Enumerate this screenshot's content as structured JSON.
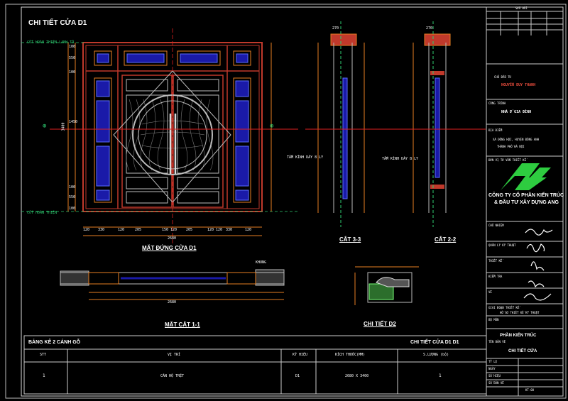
{
  "drawing": {
    "title": "CHI TIẾT CỬA D1",
    "top_label": "CỐT HOÀN THIỆN LANH TÔ",
    "floor_label": "CỐT HOÀN THIỆN"
  },
  "elevation": {
    "bottom_dims": [
      "120",
      "330",
      "120",
      "205",
      "150 120",
      "205",
      "120 120",
      "330",
      "120"
    ],
    "total_width": "2680",
    "left_dims": [
      "100",
      "550",
      "100",
      "1450",
      "100",
      "550",
      "100"
    ],
    "total_height": "3400"
  },
  "views": {
    "elevation": "MẶT ĐỨNG CỬA D1",
    "section_1_1": "MẶT CẮT 1-1",
    "section_3_3": "CẮT 3-3",
    "section_2_2": "CẮT 2-2",
    "detail_d2": "CHI TIẾT D2"
  },
  "section11": {
    "left_note": "",
    "right_note": "KHUNG",
    "total_width": "2680"
  },
  "section33": {
    "top_dim": "270",
    "note": "TẤM KÍNH DÀY 8 LY"
  },
  "section22": {
    "top_dim": "270",
    "note": "TẤM KÍNH DÀY 8 LY"
  },
  "table": {
    "left_title": "BẢNG KÊ 2 CÁNH GỖ",
    "right_title": "CHI TIẾT CỬA D1 D1",
    "headers": [
      "STT",
      "VỊ TRÍ",
      "KÝ HIỆU",
      "KÍCH THƯỚC(MM)",
      "S.LƯỢNG (bộ)"
    ],
    "row": [
      "1",
      "CĂN HỘ TRỆT",
      "D1",
      "2680 X 3400",
      "1"
    ]
  },
  "title_block": {
    "revision_header": "SỬA ĐỔI",
    "owner_label": "CHỦ ĐẦU TƯ",
    "owner_name": "NGUYỄN DUY THANH",
    "project_label": "CÔNG TRÌNH",
    "project_name": "NHÀ Ở GIA ĐÌNH",
    "location_label": "ĐỊA ĐIỂM",
    "location_1": "XÃ ĐÔNG HỘI, HUYỆN ĐÔNG ANH",
    "location_2": "THÀNH PHỐ HÀ NỘI",
    "consultant_label": "ĐƠN VỊ TƯ VẤN THIẾT KẾ",
    "company_1": "CÔNG TY CỔ PHẦN KIẾN TRÚC",
    "company_2": "& ĐẦU TƯ XÂY DỰNG ANG",
    "address": "",
    "roles": [
      "CHỦ NHIỆM",
      "QUẢN LÝ KỸ THUẬT",
      "THIẾT KẾ",
      "KIỂM TRA",
      "VẼ"
    ],
    "stage_label": "GIAI ĐOẠN THIẾT KẾ",
    "stage_value": "HỒ SƠ THIẾT KẾ KỸ THUẬT",
    "section_label": "BỘ MÔN",
    "discipline": "PHẦN KIẾN TRÚC",
    "drawing_label": "TÊN BẢN VẼ",
    "drawing_name": "CHI TIẾT CỬA",
    "scale_label": "TỶ LỆ",
    "date_label": "NGÀY",
    "number_label": "SỐ HIỆU",
    "sheet_label": "SỐ BẢN VẼ",
    "sheet_number": "KT-08"
  }
}
